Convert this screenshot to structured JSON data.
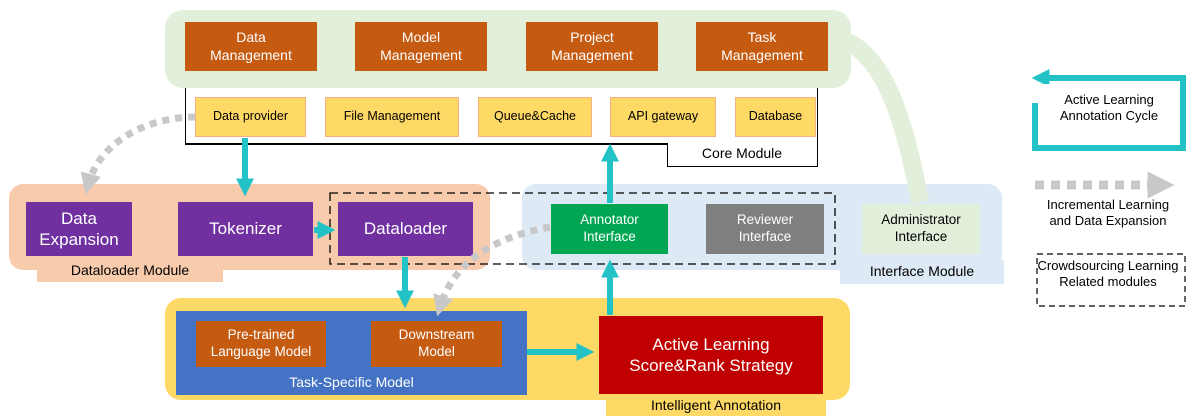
{
  "core": {
    "management": [
      "Data\nManagement",
      "Model\nManagement",
      "Project\nManagement",
      "Task\nManagement"
    ],
    "services": [
      "Data provider",
      "File Management",
      "Queue&Cache",
      "API gateway",
      "Database"
    ],
    "label": "Core Module"
  },
  "dataloader_module": {
    "label": "Dataloader Module",
    "data_expansion": "Data\nExpansion",
    "tokenizer": "Tokenizer",
    "dataloader": "Dataloader"
  },
  "interface_module": {
    "label": "Interface Module",
    "annotator": "Annotator\nInterface",
    "reviewer": "Reviewer\nInterface",
    "administrator": "Administrator\nInterface"
  },
  "intelligent_annotation": {
    "label": "Intelligent Annotation",
    "task_model_label": "Task-Specific Model",
    "pretrained": "Pre-trained\nLanguage Model",
    "downstream": "Downstream\nModel",
    "active_learning": "Active Learning\nScore&Rank Strategy"
  },
  "legend": {
    "cycle": "Active Learning\nAnnotation Cycle",
    "incremental": "Incremental Learning\nand Data Expansion",
    "crowdsourcing": "Crowdsourcing Learning\nRelated modules"
  },
  "colors": {
    "teal": "#22c2c6",
    "gray_dash": "#c8c8c8",
    "core_bg": "#e2efda",
    "orange": "#c55a11",
    "purple": "#7030a0",
    "green": "#00a651",
    "red": "#c00000",
    "blue": "#4472c4"
  }
}
